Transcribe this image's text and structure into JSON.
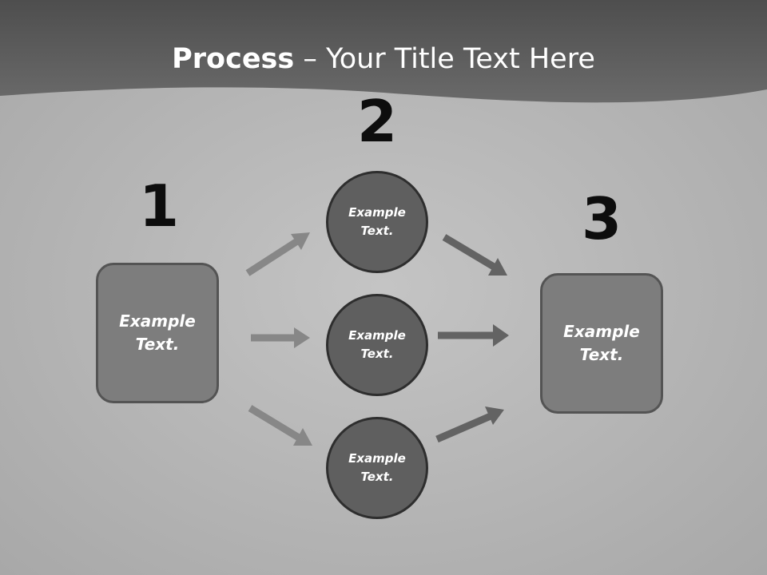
{
  "slide": {
    "title_bold": "Process",
    "title_rest": " – Your Title Text Here"
  },
  "steps": {
    "one": {
      "number": "1",
      "label": "Example\nText."
    },
    "two": {
      "number": "2"
    },
    "three": {
      "number": "3",
      "label": "Example\nText."
    }
  },
  "circles": [
    {
      "label": "Example\nText."
    },
    {
      "label": "Example\nText."
    },
    {
      "label": "Example\nText."
    }
  ],
  "colors": {
    "header": "#585858",
    "box_fill": "#7d7d7d",
    "circle_fill": "#5f5f5f",
    "arrow_light": "#878787",
    "arrow_dark": "#636363"
  }
}
